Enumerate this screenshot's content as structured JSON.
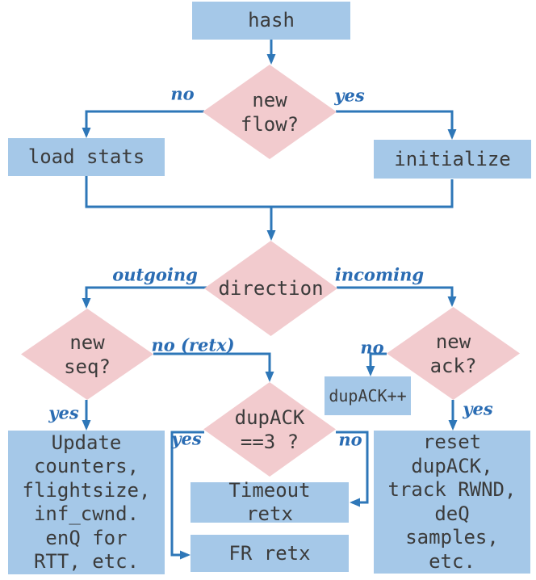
{
  "colors": {
    "process_fill": "#a5c8e8",
    "decision_fill": "#f2cbce",
    "connector": "#2e77b8",
    "edge_label": "#2a6cb3",
    "node_text": "#3b3b3b",
    "background": "#ffffff"
  },
  "nodes": {
    "hash": {
      "label": "hash"
    },
    "new_flow": {
      "line1": "new",
      "line2": "flow?"
    },
    "load_stats": {
      "label": "load stats"
    },
    "initialize": {
      "label": "initialize"
    },
    "direction": {
      "label": "direction"
    },
    "new_seq": {
      "line1": "new",
      "line2": "seq?"
    },
    "new_ack": {
      "line1": "new",
      "line2": "ack?"
    },
    "dupack_increment": {
      "label": "dupACK++"
    },
    "dupack_equals_3": {
      "line1": "dupACK",
      "line2": "==3 ?"
    },
    "update_stats": {
      "lines": [
        "Update",
        "counters,",
        "flightsize,",
        "inf_cwnd.",
        "enQ for",
        "RTT, etc."
      ]
    },
    "timeout_retx": {
      "line1": "Timeout",
      "line2": "retx"
    },
    "fr_retx": {
      "label": "FR retx"
    },
    "reset_stats": {
      "lines": [
        "reset",
        "dupACK,",
        "track RWND,",
        "deQ",
        "samples,",
        "etc."
      ]
    }
  },
  "edge_labels": {
    "new_flow_no": "no",
    "new_flow_yes": "yes",
    "direction_outgoing": "outgoing",
    "direction_incoming": "incoming",
    "new_seq_no": "no (retx)",
    "new_seq_yes": "yes",
    "new_ack_no": "no",
    "new_ack_yes": "yes",
    "dupack3_yes": "yes",
    "dupack3_no": "no"
  }
}
